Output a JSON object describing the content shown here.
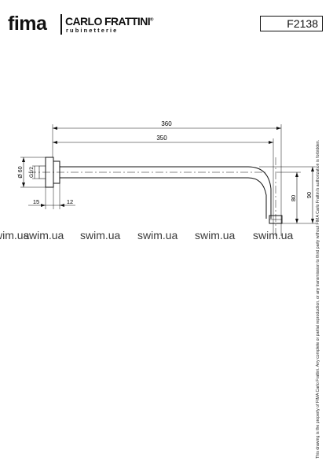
{
  "header": {
    "brand": "fima",
    "maker": "CARLO FRATTINI",
    "registered_mark": "®",
    "tagline": "rubinetterie",
    "product_code": "F2138"
  },
  "dimensions": {
    "overall_length": "360",
    "arm_length": "350",
    "flange_diameter": "Ø 60",
    "thread": "G1/2",
    "flange_depth": "15",
    "flange_offset": "12",
    "drop_height": "80",
    "total_height": "90"
  },
  "watermark": [
    "swim.ua",
    "swim.ua",
    "swim.ua",
    "swim.ua",
    "swim.ua",
    "swim.ua"
  ],
  "footer_note": "This drawing is the property of FIMA Carlo Frattini. Any complete or partial reproduction, or any transmission to third party without FIMA Carlo Frattini's authorization is forbidden."
}
